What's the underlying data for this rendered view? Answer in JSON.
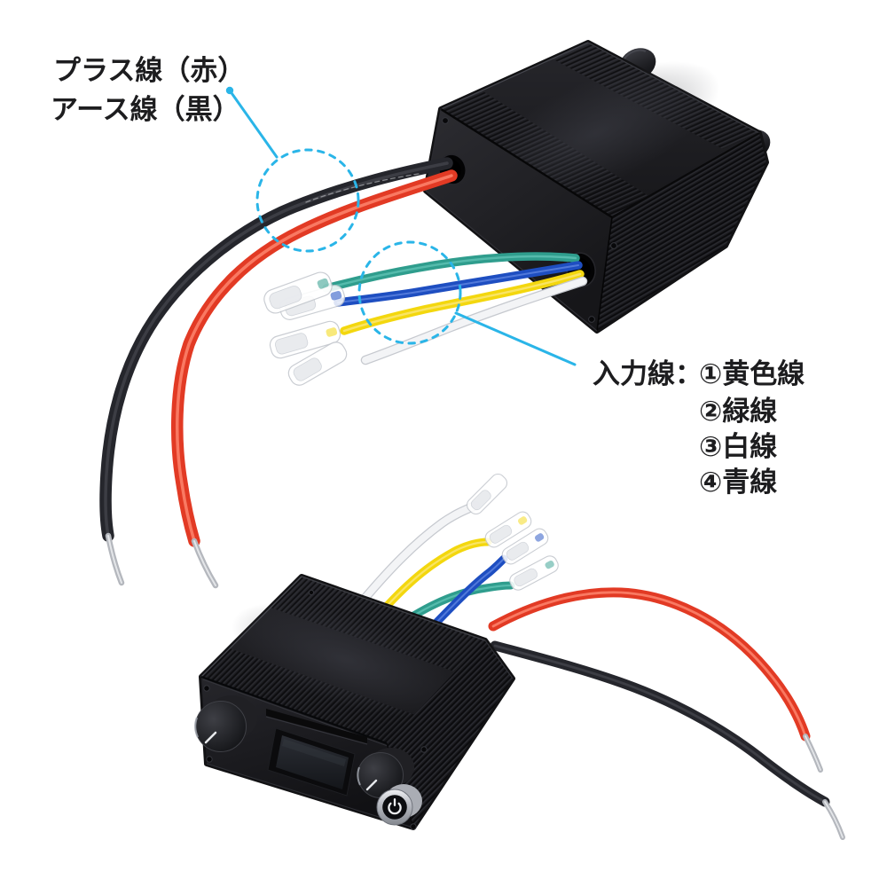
{
  "annotations": {
    "plus_wire_label": "プラス線（赤）",
    "ground_wire_label": "アース線（黒）",
    "input_label_prefix": "入力線：",
    "input_items": [
      "①黄色線",
      "②緑線",
      "③白線",
      "④青線"
    ],
    "accent_color": "#2ab5e8",
    "text_color": "#1d1d1f"
  },
  "wires": {
    "red": "#e23a24",
    "black": "#25262c",
    "green": "#2f9d8d",
    "blue": "#1e4ec1",
    "yellow": "#f3d70e",
    "white": "#f3f4f6",
    "stripped_tip": "#b4b7bd"
  },
  "icons": {
    "power": "⏻",
    "power_icon_name": "power-icon"
  }
}
